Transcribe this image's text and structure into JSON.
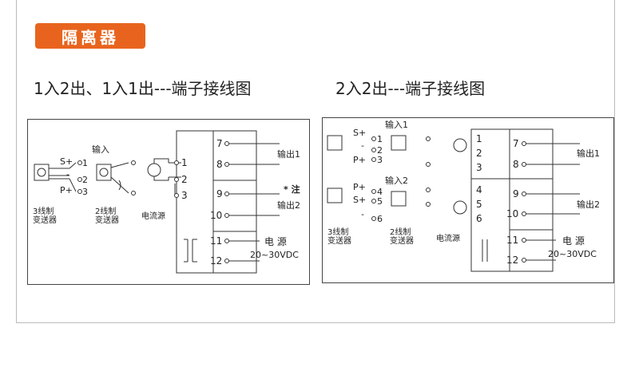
{
  "badge": "隔离器",
  "headings": {
    "left": "1入2出、1入1出---端子接线图",
    "right": "2入2出---端子接线图"
  },
  "left_panel": {
    "input_label": "输入",
    "sensor3_signs": [
      "S+",
      "-",
      "P+"
    ],
    "sensor3_label": [
      "3线制",
      "变送器"
    ],
    "sensor2_label": [
      "2线制",
      "变送器"
    ],
    "current_source_label": "电流源",
    "input_terminals": [
      "1",
      "2",
      "3"
    ],
    "output_terminals": [
      "7",
      "8",
      "9",
      "10"
    ],
    "power_terminals": [
      "11",
      "12"
    ],
    "out1_label": "输出1",
    "out2_label": "输出2",
    "note": "* 注",
    "power_label": "电 源",
    "power_range": "20~30VDC"
  },
  "right_panel": {
    "input1_label": "输入1",
    "input2_label": "输入2",
    "sensor3_signs_a": [
      "S+",
      "-",
      "P+"
    ],
    "sensor3_signs_b": [
      "P+",
      "S+",
      "-"
    ],
    "sensor3_label": [
      "3线制",
      "变送器"
    ],
    "sensor2_label": [
      "2线制",
      "变送器"
    ],
    "current_source_label": "电流源",
    "input_terminals": [
      "1",
      "2",
      "3",
      "4",
      "5",
      "6"
    ],
    "output_terminals": [
      "7",
      "8",
      "9",
      "10"
    ],
    "power_terminals": [
      "11",
      "12"
    ],
    "out1_label": "输出1",
    "out2_label": "输出2",
    "power_label": "电 源",
    "power_range": "20~30VDC"
  }
}
